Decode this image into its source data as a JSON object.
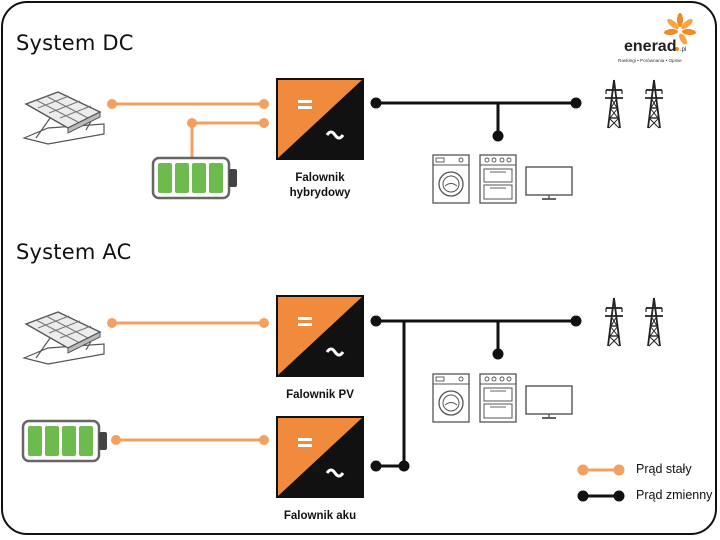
{
  "logo": {
    "brand": "enerad",
    "suffix": ".pl",
    "tagline": "Rankingi • Porównania • Opinie",
    "accent": "#f08a24"
  },
  "colors": {
    "dc_line": "#f4a060",
    "ac_line": "#111111",
    "inverter_orange": "#f08a3c",
    "battery_green": "#6dba4e",
    "frame": "#111111"
  },
  "dc_system": {
    "title": "System DC",
    "inverter_label_1": "Falownik",
    "inverter_label_2": "hybrydowy"
  },
  "ac_system": {
    "title": "System AC",
    "pv_inverter_label": "Falownik PV",
    "battery_inverter_label": "Falownik aku"
  },
  "legend": {
    "dc_label": "Prąd stały",
    "ac_label": "Prąd zmienny"
  },
  "icons": [
    "solar-panel-icon",
    "battery-icon",
    "inverter-icon",
    "washing-machine-icon",
    "stove-icon",
    "tv-icon",
    "power-tower-icon"
  ]
}
